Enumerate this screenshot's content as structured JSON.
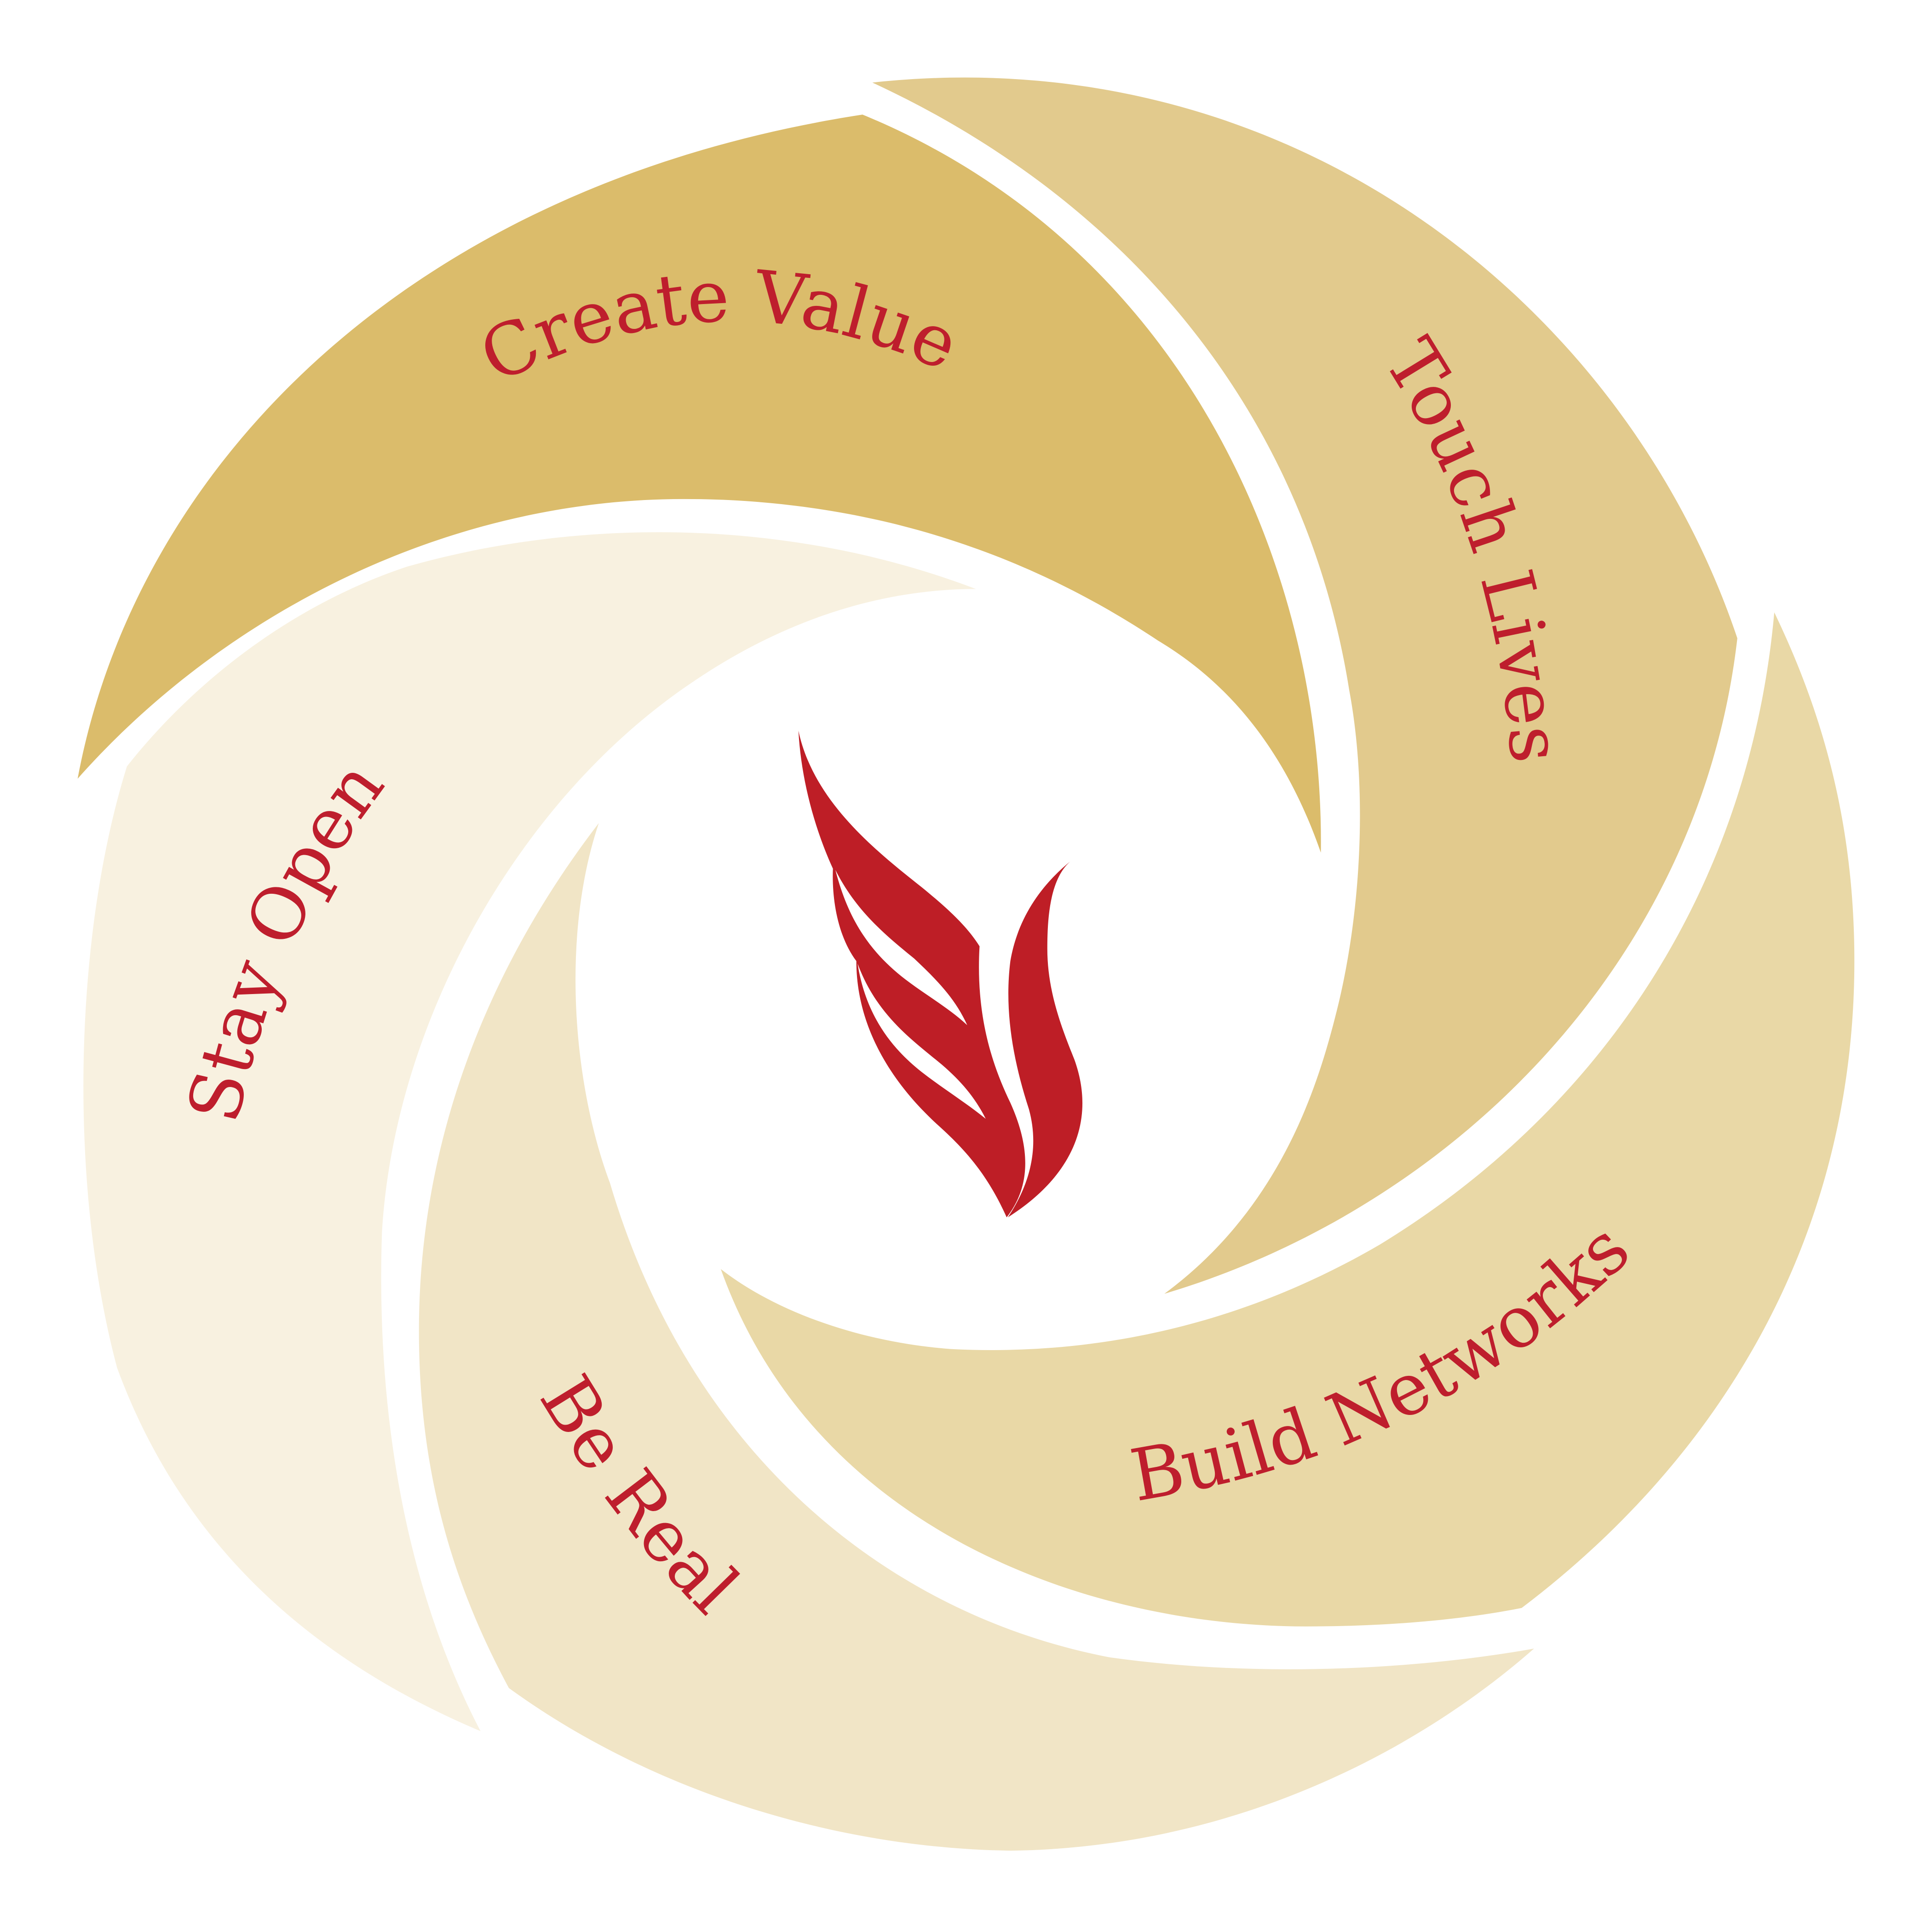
{
  "diagram": {
    "type": "cycle",
    "segments": [
      {
        "label": "Create Value",
        "color": "#DBBC6B"
      },
      {
        "label": "Touch Lives",
        "color": "#E2CA8D"
      },
      {
        "label": "Build Networks",
        "color": "#E9D8A6"
      },
      {
        "label": "Be Real",
        "color": "#F1E5C6"
      },
      {
        "label": "Stay Open",
        "color": "#F8F1E0"
      }
    ],
    "text_color": "#BE1E2D",
    "center_icon": "flame-logo-icon",
    "logo_color": "#BE1E26",
    "background": "#FFFFFF"
  }
}
